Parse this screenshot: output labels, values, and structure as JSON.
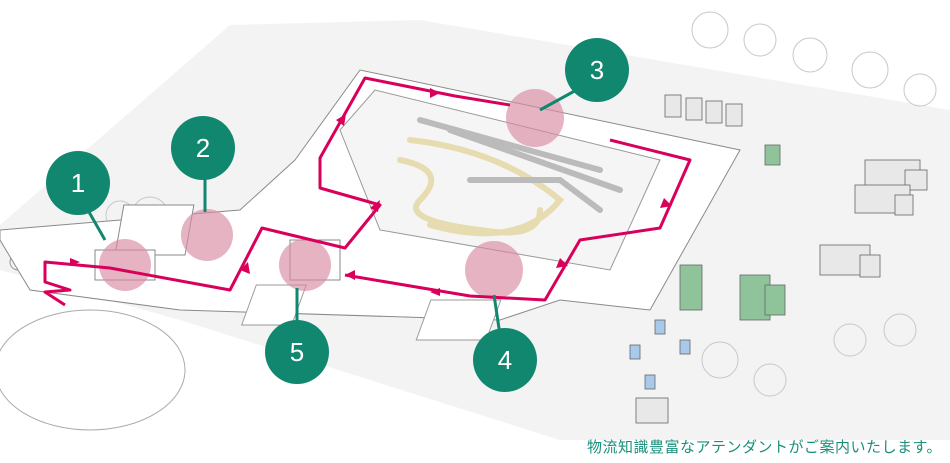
{
  "markers": [
    {
      "number": "1"
    },
    {
      "number": "2"
    },
    {
      "number": "3"
    },
    {
      "number": "4"
    },
    {
      "number": "5"
    }
  ],
  "caption": "物流知識豊富なアテンダントがご案内いたします。",
  "colors": {
    "marker": "#12876f",
    "route": "#d9005b",
    "highlight": "#d98ba3",
    "building": "#ffffff",
    "outline": "#8a8a8a",
    "ground": "#eeeeee",
    "equipment_green": "#8fc49a",
    "equipment_blue": "#a9c9ea",
    "conveyor": "#e6dcb0"
  }
}
